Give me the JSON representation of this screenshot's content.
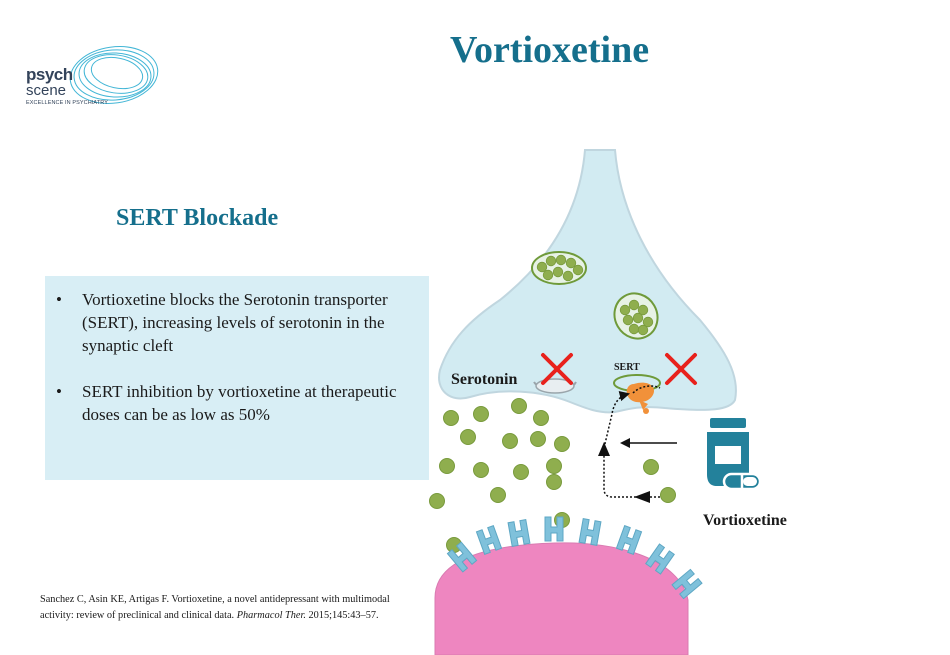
{
  "logo": {
    "line1": "psych",
    "line2": "scene",
    "tagline": "EXCELLENCE IN PSYCHIATRY"
  },
  "title": "Vortioxetine",
  "subtitle": "SERT Blockade",
  "bullets": [
    "Vortioxetine blocks the Serotonin transporter (SERT), increasing levels of serotonin in the synaptic cleft",
    "SERT inhibition by vortioxetine at therapeutic doses can be as low as 50%"
  ],
  "diagram": {
    "serotonin_label": "Serotonin",
    "sert_label": "SERT",
    "drug_label": "Vortioxetine",
    "icons": [
      "presynaptic-neuron",
      "vesicle",
      "serotonin-molecule",
      "transporter",
      "block-x",
      "pill-bottle",
      "postsynaptic-neuron",
      "receptor"
    ],
    "colors": {
      "neuron": "#d2ebf2",
      "neuron_edge": "#c0d6df",
      "serotonin": "#8fae4e",
      "vesicle_edge": "#6f9a3a",
      "block": "#e8211c",
      "sert_orange": "#f1913a",
      "postsynaptic": "#ee86c0",
      "receptor": "#7fc1db",
      "bottle": "#23819b"
    }
  },
  "reference": {
    "prefix": "Sanchez C, Asin KE, Artigas F. Vortioxetine, a novel antidepressant with multimodal activity: review of preclinical and clinical data. ",
    "journal": "Pharmacol Ther.",
    "suffix": " 2015;145:43–57."
  }
}
